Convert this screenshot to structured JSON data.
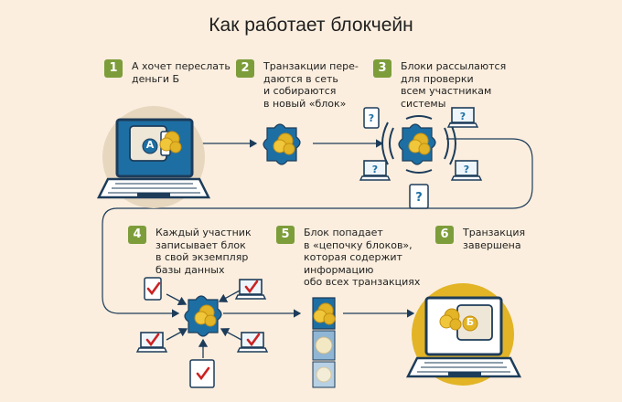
{
  "title": "Как работает блокчейн",
  "colors": {
    "background": "#fbeede",
    "step_badge": "#7d9d3b",
    "blue": "#1d6fa3",
    "dark": "#1d3c5a",
    "gold": "#e2b426",
    "red_check": "#cc2222"
  },
  "steps": [
    {
      "number": "1",
      "lines": [
        "А хочет переслать",
        "деньги Б"
      ]
    },
    {
      "number": "2",
      "lines": [
        "Транзакции пере-",
        "даются в сеть",
        "и собираются",
        "в новый «блок»"
      ]
    },
    {
      "number": "3",
      "lines": [
        "Блоки рассылаются",
        "для проверки",
        "всем участникам",
        "системы"
      ]
    },
    {
      "number": "4",
      "lines": [
        "Каждый участник",
        "записывает блок",
        "в свой экземпляр",
        "базы данных"
      ]
    },
    {
      "number": "5",
      "lines": [
        "Блок попадает",
        "в «цепочку блоков»,",
        "которая содержит",
        "информацию",
        "обо всех транзакциях"
      ]
    },
    {
      "number": "6",
      "lines": [
        "Транзакция",
        "завершена"
      ]
    }
  ],
  "icons": {
    "sender_wallet_letter": "А",
    "receiver_wallet_letter": "Б",
    "question_mark": "?"
  }
}
